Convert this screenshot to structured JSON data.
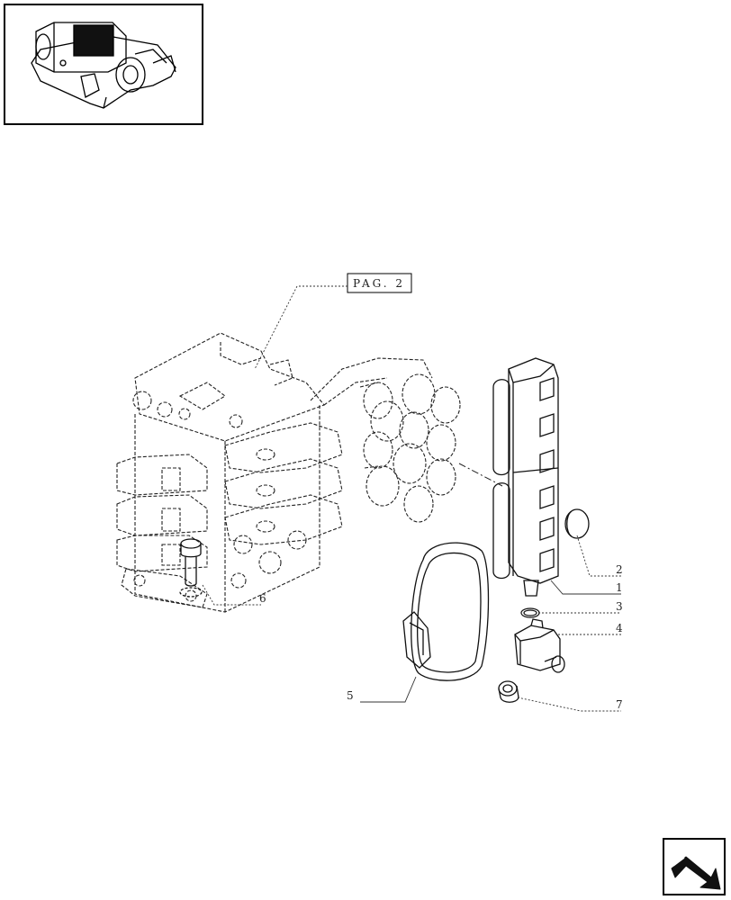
{
  "page_ref": {
    "label": "PAG. 2"
  },
  "callouts": [
    {
      "id": "2",
      "label": "2"
    },
    {
      "id": "1",
      "label": "1"
    },
    {
      "id": "3",
      "label": "3"
    },
    {
      "id": "4",
      "label": "4"
    },
    {
      "id": "5",
      "label": "5"
    },
    {
      "id": "6",
      "label": "6"
    },
    {
      "id": "7",
      "label": "7"
    }
  ],
  "icons": {
    "thumbnail": "valve-assembly-thumbnail-icon",
    "nav": "next-page-arrow-icon"
  }
}
